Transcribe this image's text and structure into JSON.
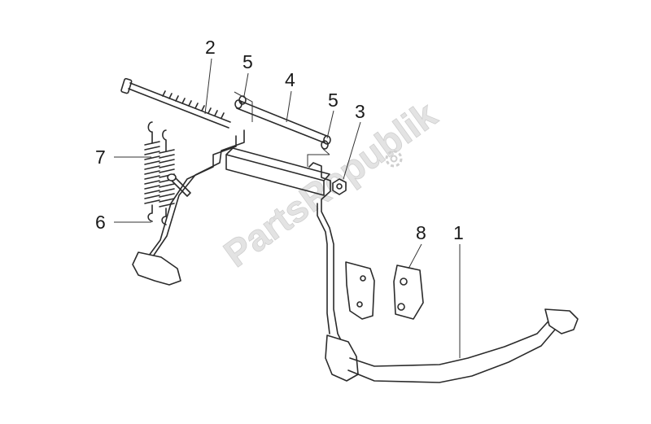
{
  "diagram": {
    "callouts": [
      {
        "id": "1",
        "label": "1"
      },
      {
        "id": "2",
        "label": "2"
      },
      {
        "id": "3",
        "label": "3"
      },
      {
        "id": "4",
        "label": "4"
      },
      {
        "id": "5a",
        "label": "5"
      },
      {
        "id": "5b",
        "label": "5"
      },
      {
        "id": "6",
        "label": "6"
      },
      {
        "id": "7",
        "label": "7"
      },
      {
        "id": "8",
        "label": "8"
      }
    ],
    "watermark": "PartsRepublik"
  }
}
